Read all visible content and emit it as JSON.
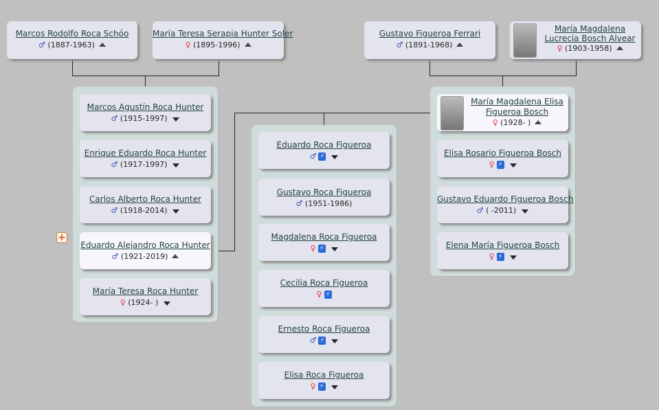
{
  "expand_icon": "+",
  "icons": {
    "male": "♂",
    "female": "♀",
    "bolt": "⚡",
    "up": "collapse-up-icon",
    "down": "expand-down-icon"
  },
  "grandparents": [
    {
      "name": "Marcos Rodolfo Roca Schóo",
      "gender": "♂",
      "years": "(1887-1963)"
    },
    {
      "name": "María Teresa Serapia Hunter Soler",
      "gender": "♀",
      "years": "(1895-1996)"
    },
    {
      "name": "Gustavo Figueroa Ferrari",
      "gender": "♂",
      "years": "(1891-1968)"
    },
    {
      "name": "María Magdalena Lucrecia Bosch Alvear",
      "gender": "♀",
      "years": "(1903-1958)"
    }
  ],
  "left_siblings": [
    {
      "name": "Marcos Agustín Roca Hunter",
      "gender": "♂",
      "years": "(1915-1997)"
    },
    {
      "name": "Enrique Eduardo Roca Hunter",
      "gender": "♂",
      "years": "(1917-1997)"
    },
    {
      "name": "Carlos Alberto Roca Hunter",
      "gender": "♂",
      "years": "(1918-2014)"
    },
    {
      "name": "Eduardo Alejandro Roca Hunter",
      "gender": "♂",
      "years": "(1921-2019)"
    },
    {
      "name": "María Teresa Roca Hunter",
      "gender": "♀",
      "years": "(1924- )"
    }
  ],
  "children": [
    {
      "name": "Eduardo Roca Figueroa",
      "gender": "♂"
    },
    {
      "name": "Gustavo Roca Figueroa",
      "gender": "♂",
      "years": "(1951-1986)"
    },
    {
      "name": "Magdalena Roca Figueroa",
      "gender": "♀"
    },
    {
      "name": "Cecilia Roca Figueroa",
      "gender": "♀"
    },
    {
      "name": "Ernesto Roca Figueroa",
      "gender": "♂"
    },
    {
      "name": "Elisa Roca Figueroa",
      "gender": "♀"
    }
  ],
  "right_siblings": [
    {
      "name": "María Magdalena Elisa Figueroa Bosch",
      "gender": "♀",
      "years": "(1928- )"
    },
    {
      "name": "Elisa Rosario Figueroa Bosch",
      "gender": "♀"
    },
    {
      "name": "Gustavo Eduardo Figueroa Bosch",
      "gender": "♂",
      "years": "( -2011)"
    },
    {
      "name": "Elena María Figueroa Bosch",
      "gender": "♀"
    }
  ]
}
